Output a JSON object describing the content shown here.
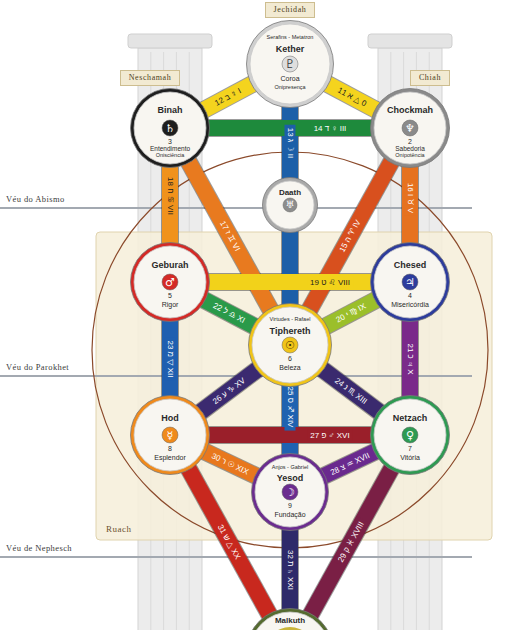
{
  "diagram": {
    "nodes": [
      {
        "text": [
          "Jechidah"
        ]
      },
      {
        "text": [
          "Serafins - Metatron",
          "Kether",
          "♇",
          "Coroa",
          "Onipresença"
        ]
      },
      {
        "text": [
          "Neschamah"
        ]
      },
      {
        "text": [
          "Binah",
          "♄",
          "3",
          "Entendimento",
          "Onisciência"
        ]
      },
      {
        "text": [
          "Chiah"
        ]
      },
      {
        "text": [
          "Chockmah",
          "♆",
          "2",
          "Sabedoria",
          "Onipotência"
        ]
      },
      {
        "text": [
          "Daath",
          "♅"
        ]
      },
      {
        "text": [
          "Ruach"
        ]
      },
      {
        "text": [
          "Geburah",
          "♂",
          "5",
          "Rigor"
        ],
        "in": 7
      },
      {
        "text": [
          "Chesed",
          "♃",
          "4",
          "Misericórdia"
        ],
        "in": 7
      },
      {
        "text": [
          "Virtudes - Rafael",
          "Tiphereth",
          "☉",
          "6",
          "Beleza"
        ],
        "in": 7
      },
      {
        "text": [
          "Hod",
          "☿",
          "8",
          "Esplendor"
        ],
        "in": 7
      },
      {
        "text": [
          "Netzach",
          "♀",
          "7",
          "Vitória"
        ],
        "in": 7
      },
      {
        "text": [
          "Anjos - Gabriel",
          "Yesod",
          "☽",
          "9",
          "Fundação"
        ],
        "in": 7
      },
      {
        "text": [
          "Malkuth"
        ]
      }
    ],
    "edges": [
      {
        "from": 1,
        "to": 5,
        "arrow": "none",
        "label": "11 א △ 0"
      },
      {
        "from": 1,
        "to": 3,
        "arrow": "none",
        "label": "12 ב ☿ I"
      },
      {
        "from": 1,
        "to": 10,
        "arrow": "none",
        "label": "13 ג ☽ II"
      },
      {
        "from": 5,
        "to": 3,
        "arrow": "none",
        "label": "14 ד ♀ III"
      },
      {
        "from": 5,
        "to": 10,
        "arrow": "none",
        "label": "15 ה ♈ IV"
      },
      {
        "from": 5,
        "to": 9,
        "arrow": "none",
        "label": "16 ו ♉ V"
      },
      {
        "from": 3,
        "to": 10,
        "arrow": "none",
        "label": "17 ז ♊ VI"
      },
      {
        "from": 3,
        "to": 8,
        "arrow": "none",
        "label": "18 ח ♋ VII"
      },
      {
        "from": 9,
        "to": 8,
        "arrow": "none",
        "label": "19 ט ♌ VIII"
      },
      {
        "from": 9,
        "to": 10,
        "arrow": "none",
        "label": "20 י ♍ IX"
      },
      {
        "from": 9,
        "to": 12,
        "arrow": "none",
        "label": "21 כ ♃ X"
      },
      {
        "from": 8,
        "to": 10,
        "arrow": "none",
        "label": "22 ל ♎ XI"
      },
      {
        "from": 8,
        "to": 11,
        "arrow": "none",
        "label": "23 מ ▽ XII"
      },
      {
        "from": 10,
        "to": 12,
        "arrow": "none",
        "label": "24 נ ♏ XIII"
      },
      {
        "from": 10,
        "to": 13,
        "arrow": "none",
        "label": "25 ס ♐ XIV"
      },
      {
        "from": 10,
        "to": 11,
        "arrow": "none",
        "label": "26 ע ♑ XV"
      },
      {
        "from": 12,
        "to": 11,
        "arrow": "none",
        "label": "27 פ ♂ XVI"
      },
      {
        "from": 12,
        "to": 13,
        "arrow": "none",
        "label": "28 צ ♒ XVII"
      },
      {
        "from": 12,
        "to": 14,
        "arrow": "none",
        "label": "29 ק ♓ XVIII"
      },
      {
        "from": 11,
        "to": 13,
        "arrow": "none",
        "label": "30 ר ☉ XIX"
      },
      {
        "from": 11,
        "to": 14,
        "arrow": "none",
        "label": "31 ש △ XX"
      },
      {
        "from": 13,
        "to": 14,
        "arrow": "none",
        "label": "32 ת ♄ XXI"
      }
    ],
    "labels": [
      "Véu do Abismo",
      "Véu do Parokhet",
      "Véu de Nephesch"
    ]
  }
}
